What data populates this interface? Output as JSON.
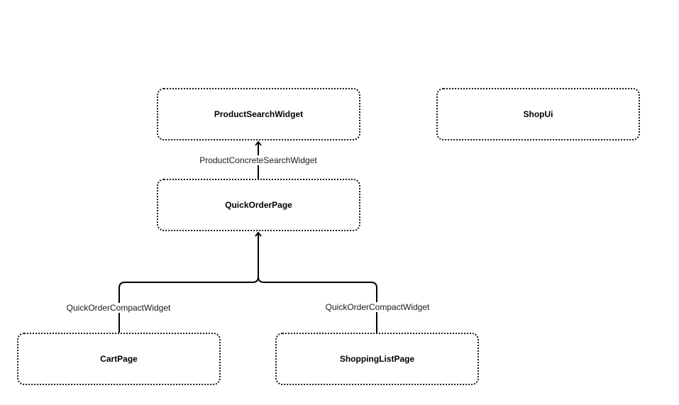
{
  "nodes": {
    "product_search_widget": "ProductSearchWidget",
    "shop_ui": "ShopUi",
    "quick_order_page": "QuickOrderPage",
    "cart_page": "CartPage",
    "shopping_list_page": "ShoppingListPage"
  },
  "edges": {
    "quick_order_to_product_search": "ProductConcreteSearchWidget",
    "cart_to_quick_order": "QuickOrderCompactWidget",
    "shopping_list_to_quick_order": "QuickOrderCompactWidget"
  },
  "colors": {
    "stroke": "#000000",
    "node_border": "#1a1a1a",
    "background": "#ffffff"
  }
}
